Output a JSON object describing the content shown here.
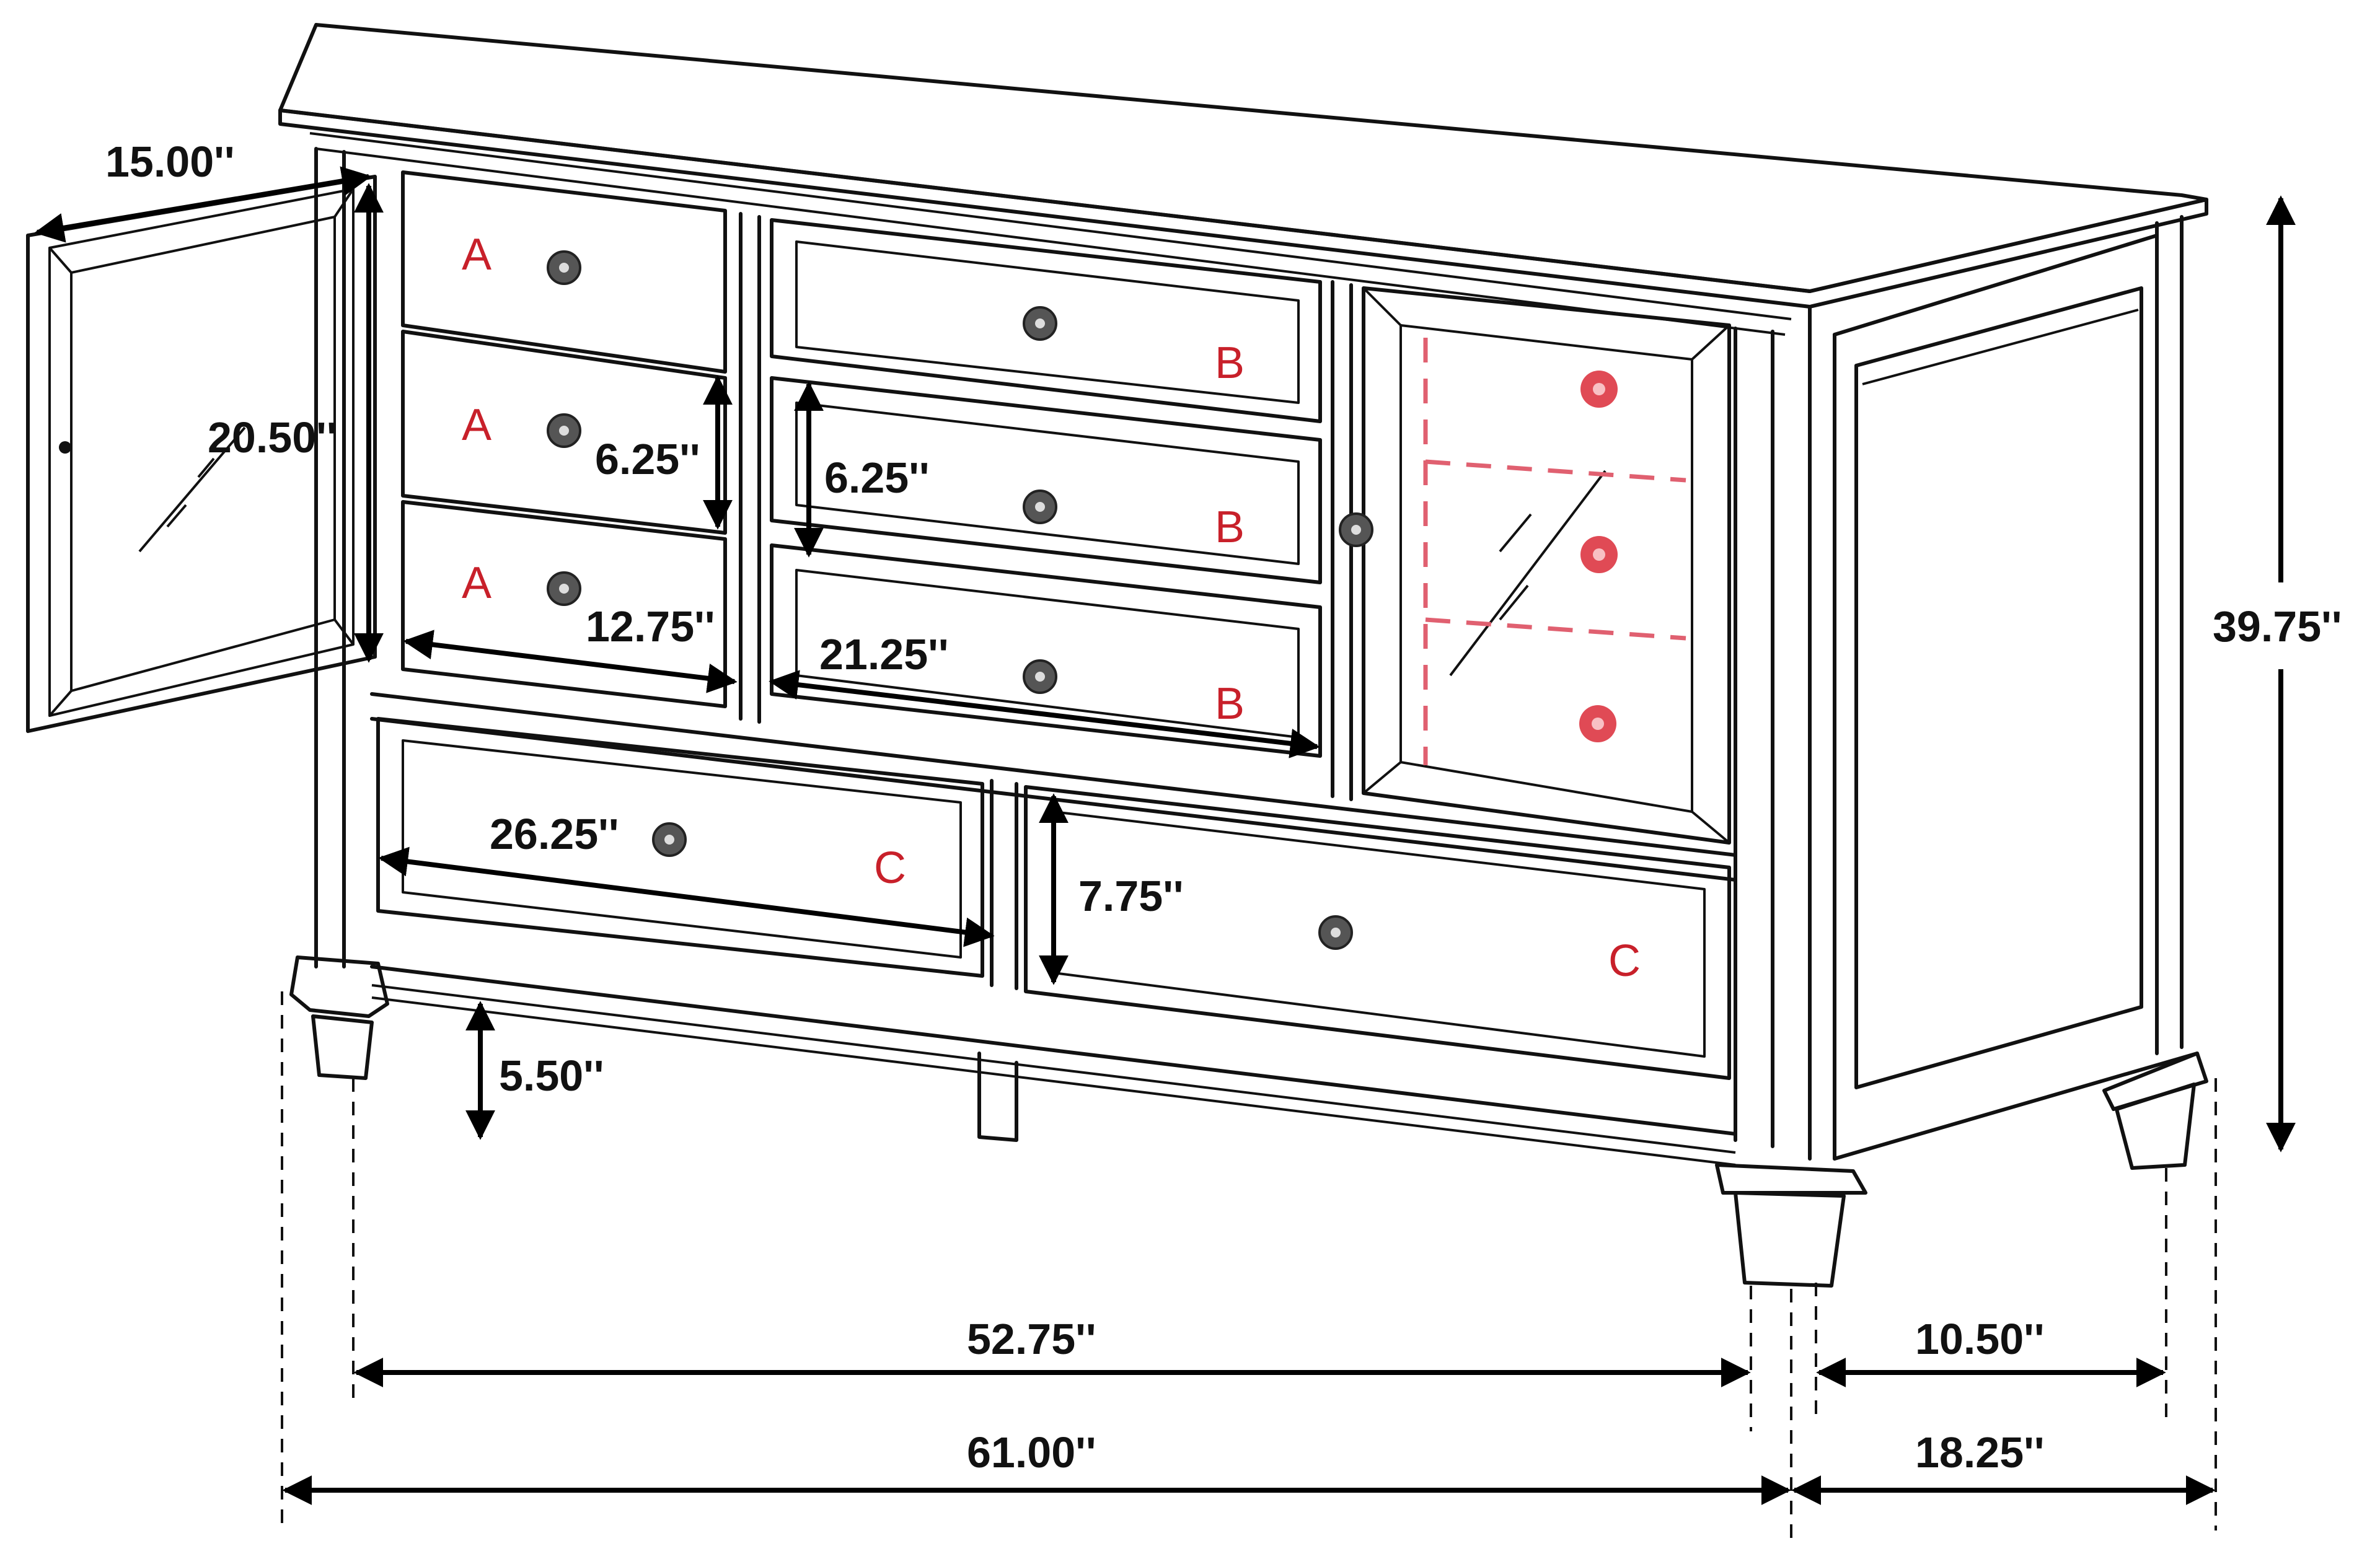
{
  "diagram": {
    "subject": "Dresser dimension diagram",
    "colors": {
      "line": "#111111",
      "label_red": "#c8202a",
      "red_knob": "#e04a55",
      "red_dash": "#e06070",
      "background": "#ffffff"
    },
    "dimensions": {
      "door_width": "15.00''",
      "door_height": "20.50''",
      "drawer_a_height": "6.25''",
      "drawer_a_width": "12.75''",
      "drawer_b_height": "6.25''",
      "drawer_b_width": "21.25''",
      "drawer_c_width": "26.25''",
      "drawer_c_height": "7.75''",
      "leg_clearance": "5.50''",
      "overall_height": "39.75''",
      "inner_leg_width": "52.75''",
      "overall_width": "61.00''",
      "inner_leg_depth": "10.50''",
      "overall_depth": "18.25''"
    },
    "drawer_labels": {
      "a1": "A",
      "a2": "A",
      "a3": "A",
      "b1": "B",
      "b2": "B",
      "b3": "B",
      "c1": "C",
      "c2": "C"
    }
  }
}
